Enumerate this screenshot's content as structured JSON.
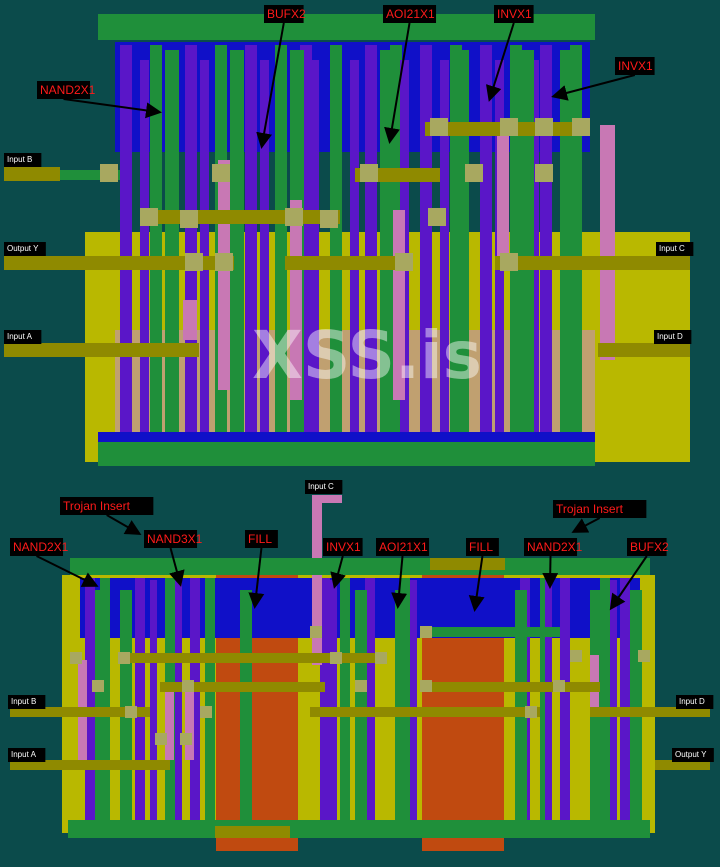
{
  "watermark": "XSS.is",
  "colors": {
    "background": "#0b4b4b",
    "metal1": "#1f8f3a",
    "metal2": "#5a16c8",
    "poly": "#c878b4",
    "diffusion": "#b9b800",
    "via": "#8f8a00",
    "fill": "#c04a10",
    "nwell": "#1010c8",
    "label_bg": "#000000",
    "label_text": "#ff1a1a"
  },
  "top_layout": {
    "cells": [
      "BUFX2",
      "AOI21X1",
      "INVX1",
      "INVX1",
      "NAND2X1"
    ],
    "pins": [
      "Input B",
      "Output Y",
      "Input A",
      "Input C",
      "Input D"
    ]
  },
  "bottom_layout": {
    "pin_top": "Input C",
    "annotations": [
      "Trojan Insert",
      "Trojan Insert"
    ],
    "cells": [
      "NAND2X1",
      "NAND3X1",
      "FILL",
      "INVX1",
      "AOI21X1",
      "FILL",
      "NAND2X1",
      "BUFX2"
    ],
    "pins": [
      "Input B",
      "Input A",
      "Input D",
      "Output Y"
    ]
  }
}
